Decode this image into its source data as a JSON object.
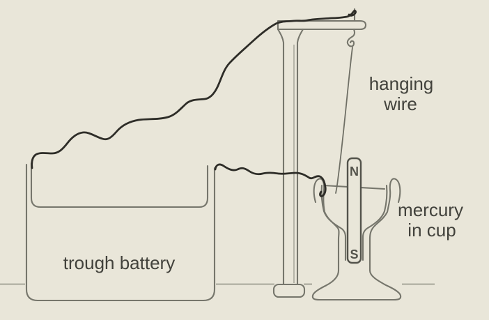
{
  "labels": {
    "hanging_wire": {
      "line1": "hanging",
      "line2": "wire"
    },
    "mercury_in_cup": {
      "line1": "mercury",
      "line2": "in cup"
    },
    "trough_battery": "trough battery",
    "magnet": {
      "north": "N",
      "south": "S"
    }
  },
  "colors": {
    "background": "#e9e6d9",
    "apparatus_outline": "#76766c",
    "connecting_wire": "#2e2d28",
    "label_text": "#42423c"
  }
}
